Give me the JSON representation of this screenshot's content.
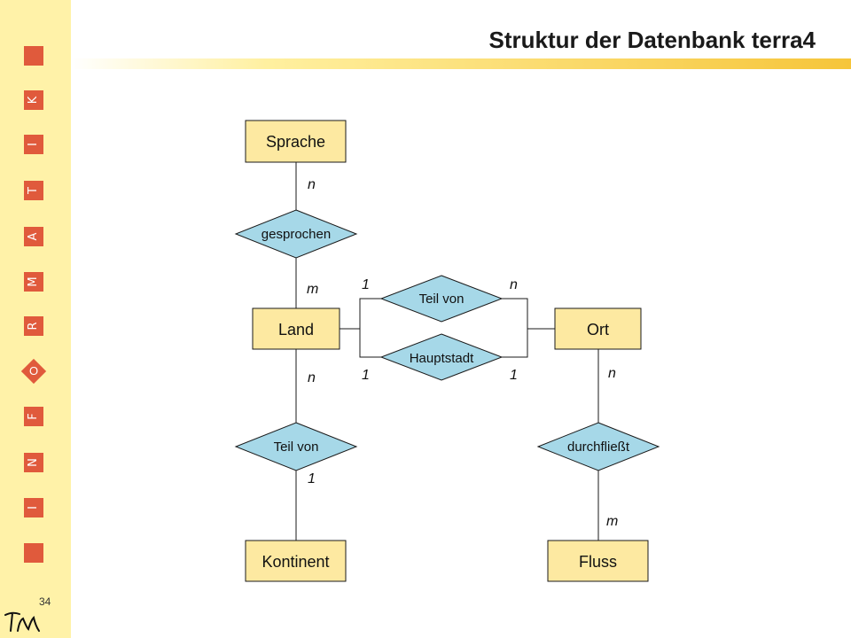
{
  "slide": {
    "title": "Struktur der Datenbank terra4",
    "page_number": "34",
    "sidebar_letters": [
      "K",
      "I",
      "T",
      "A",
      "M",
      "R",
      "O",
      "F",
      "N",
      "I"
    ],
    "logo": "TM",
    "colors": {
      "sidebar_bg": "#fff2a8",
      "accent_red": "#e05a3c",
      "entity_fill": "#fde9a1",
      "relation_fill": "#a6d8e8",
      "band_gold": "#f6c53a"
    }
  },
  "diagram": {
    "entities": {
      "sprache": "Sprache",
      "land": "Land",
      "ort": "Ort",
      "kontinent": "Kontinent",
      "fluss": "Fluss"
    },
    "relations": {
      "gesprochen": "gesprochen",
      "teil_von_ort": "Teil von",
      "hauptstadt": "Hauptstadt",
      "teil_von_kontinent": "Teil von",
      "durchfliesst": "durchfließt"
    },
    "cardinalities": {
      "sprache_gesprochen": "n",
      "land_gesprochen": "m",
      "land_teil_von": "1",
      "ort_teil_von": "n",
      "land_hauptstadt": "1",
      "ort_hauptstadt": "1",
      "land_kontinent_rel": "n",
      "kontinent_rel": "1",
      "ort_fluss_rel": "n",
      "fluss_rel": "m"
    }
  }
}
